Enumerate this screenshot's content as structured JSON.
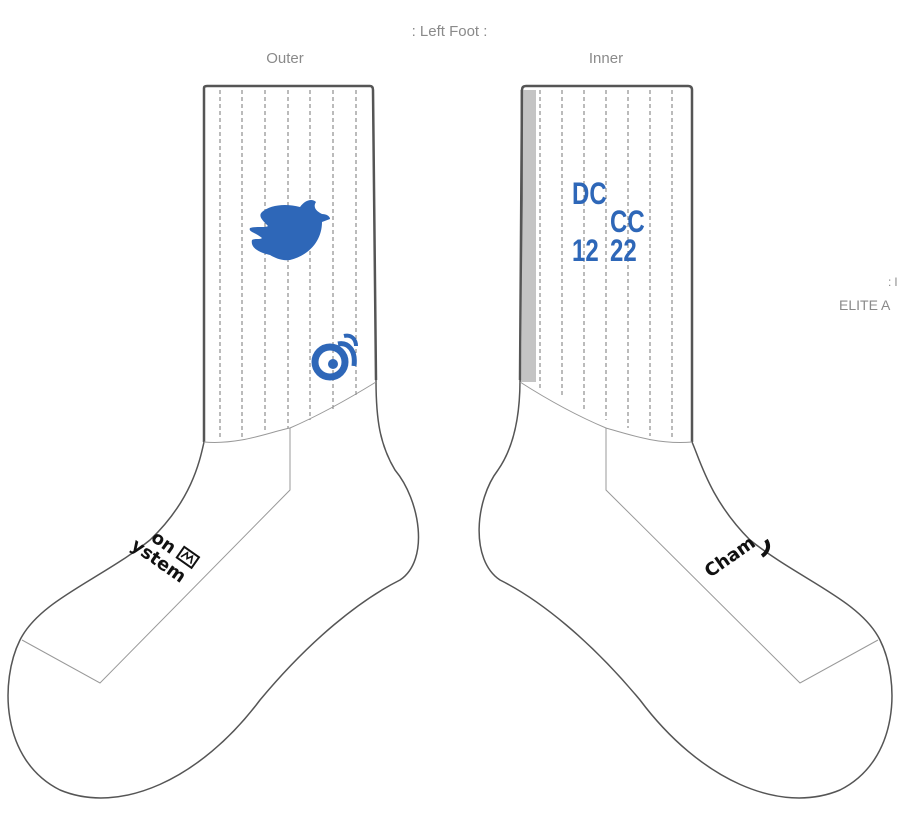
{
  "header": {
    "title": ": Left Foot :",
    "outer_label": "Outer",
    "inner_label": "Inner"
  },
  "side_note": {
    "line1": ": l",
    "line2": "ELITE A"
  },
  "inner_sock": {
    "text_dc": "DC",
    "text_cc": "CC",
    "text_12": "12",
    "text_22": "22",
    "brand_fragment": "Cham"
  },
  "outer_sock": {
    "brand_line1": "on",
    "brand_line2": "ystem"
  },
  "icons": [
    "dove-icon",
    "spiral-logo-icon",
    "brand-badge-icon"
  ],
  "colors": {
    "accent_blue": "#2e67b8",
    "outline": "#555555",
    "label_gray": "#8a8a8a"
  }
}
